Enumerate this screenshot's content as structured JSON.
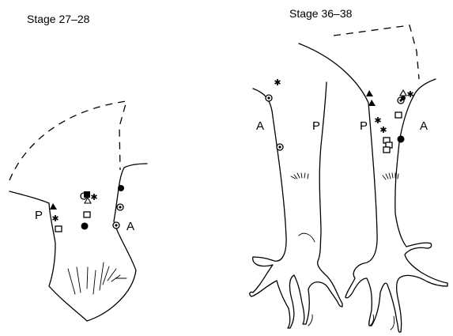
{
  "panels": [
    {
      "title": "Stage 27–28",
      "side_labels": [
        "P",
        "A"
      ]
    },
    {
      "title": "Stage 36–38",
      "side_labels": [
        "A",
        "P",
        "P",
        "A"
      ]
    }
  ],
  "marker_symbols": [
    "filled-triangle",
    "asterisk",
    "open-square",
    "open-circle-with-dot",
    "filled-circle"
  ]
}
